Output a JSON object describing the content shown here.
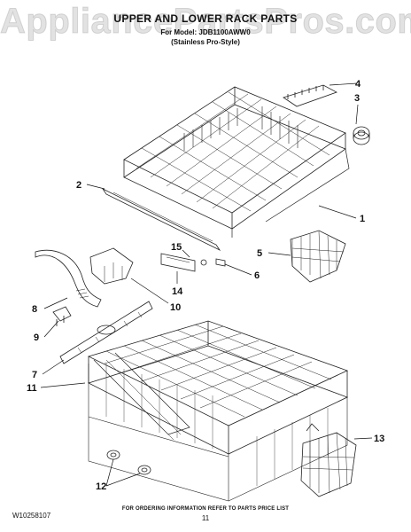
{
  "watermark": "AppliancePartsPros.com",
  "header": {
    "title": "UPPER AND LOWER RACK PARTS",
    "model_line": "For Model: JDB1100AWW0",
    "style_line": "(Stainless Pro-Style)"
  },
  "callouts": [
    {
      "id": "1",
      "label": "1"
    },
    {
      "id": "2",
      "label": "2"
    },
    {
      "id": "3",
      "label": "3"
    },
    {
      "id": "4",
      "label": "4"
    },
    {
      "id": "5",
      "label": "5"
    },
    {
      "id": "6",
      "label": "6"
    },
    {
      "id": "7",
      "label": "7"
    },
    {
      "id": "8",
      "label": "8"
    },
    {
      "id": "9",
      "label": "9"
    },
    {
      "id": "10",
      "label": "10"
    },
    {
      "id": "11",
      "label": "11"
    },
    {
      "id": "12",
      "label": "12"
    },
    {
      "id": "13",
      "label": "13"
    },
    {
      "id": "14",
      "label": "14"
    },
    {
      "id": "15",
      "label": "15"
    }
  ],
  "footer": {
    "doc_number": "W10258107",
    "note": "FOR ORDERING INFORMATION REFER TO PARTS PRICE LIST",
    "page": "11"
  }
}
